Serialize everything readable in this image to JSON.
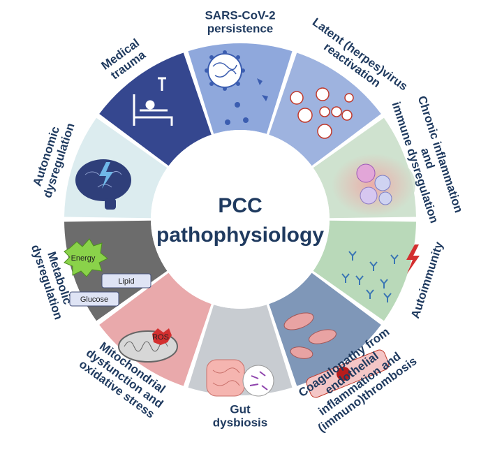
{
  "center": {
    "line1": "PCC",
    "line2": "pathophysiology"
  },
  "colors": {
    "text": "#1f3a5f",
    "sars": "#8fa8dc",
    "latent": "#9eb3df",
    "chronic": "#cfe2cf",
    "autoimmunity": "#b9d9b9",
    "coagulopathy": "#7f97b8",
    "gut": "#c8ccd1",
    "mito": "#e9a9ab",
    "metabolic": "#6c6c6c",
    "autonomic": "#dcecef",
    "medical": "#35478f"
  },
  "segments": [
    {
      "id": "sars",
      "lines": [
        "SARS-CoV-2",
        "persistence"
      ]
    },
    {
      "id": "latent",
      "lines": [
        "Latent (herpes)virus",
        "reactivation"
      ]
    },
    {
      "id": "chronic",
      "lines": [
        "Chronic inflammation",
        "and",
        "immune dysregulation"
      ]
    },
    {
      "id": "autoimmunity",
      "lines": [
        "Autoimmunity"
      ]
    },
    {
      "id": "coagulopathy",
      "lines": [
        "Coagulopathy from",
        "endothelial",
        "inflammation and",
        "(immuno)thrombosis"
      ]
    },
    {
      "id": "gut",
      "lines": [
        "Gut",
        "dysbiosis"
      ]
    },
    {
      "id": "mito",
      "lines": [
        "Mitochondrial",
        "dysfunction and",
        "oxidative stress"
      ]
    },
    {
      "id": "metabolic",
      "lines": [
        "Metabolic",
        "dysregulation"
      ]
    },
    {
      "id": "autonomic",
      "lines": [
        "Autonomic",
        "dysregulation"
      ]
    },
    {
      "id": "medical",
      "lines": [
        "Medical",
        "trauma"
      ]
    }
  ],
  "metabolic_labels": {
    "energy": "Energy",
    "lipid": "Lipid",
    "glucose": "Glucose"
  },
  "mito_label": "ROS"
}
